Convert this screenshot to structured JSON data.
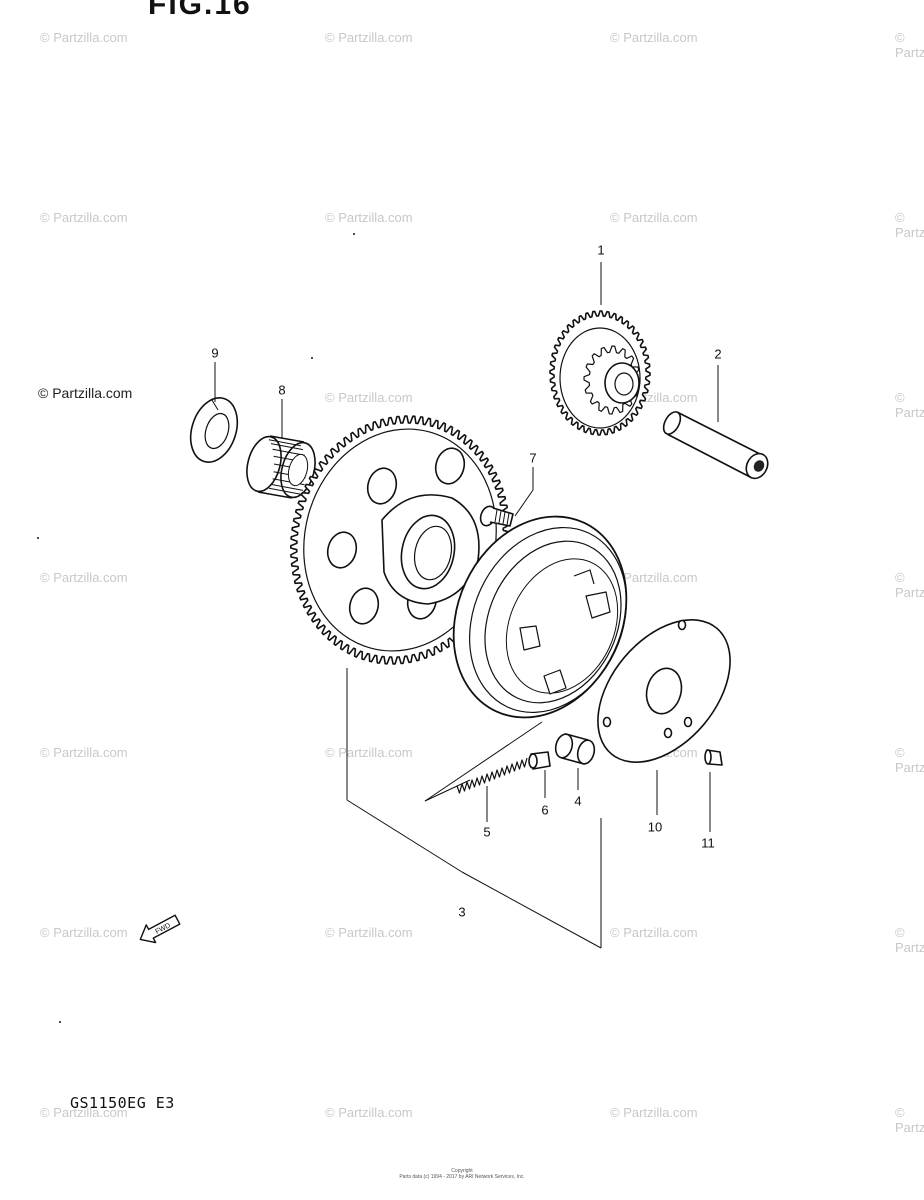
{
  "figure_title": "FIG.16",
  "model_code": "GS1150EG E3",
  "watermark": "© Partzilla.com",
  "watermark_prominent": "© Partzilla.com",
  "fwd_label": "FWD",
  "footer": {
    "line1": "Copyright",
    "line2": "Parts data (c) 1994 - 2017 by ARI Network Services, Inc."
  },
  "part_numbers": {
    "p1": "1",
    "p2": "2",
    "p3": "3",
    "p4": "4",
    "p5": "5",
    "p6": "6",
    "p7": "7",
    "p8": "8",
    "p9": "9",
    "p10": "10",
    "p11": "11"
  },
  "colors": {
    "ink": "#111111",
    "watermark": "#c8c8c8",
    "background": "#ffffff"
  }
}
